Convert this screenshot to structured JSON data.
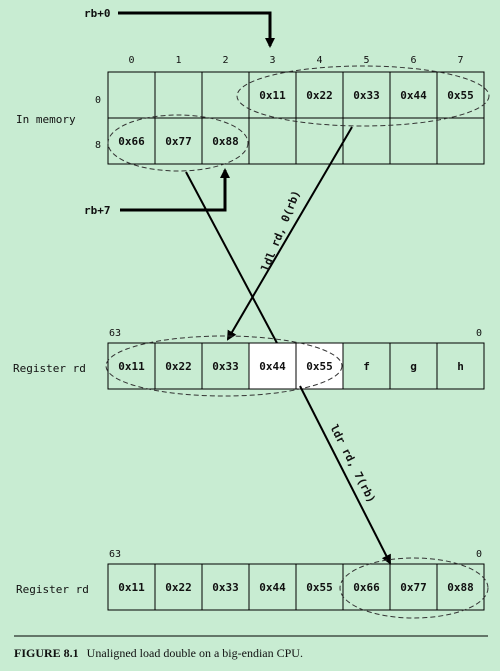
{
  "pointers": {
    "rb0": "rb+0",
    "rb7": "rb+7"
  },
  "memory": {
    "label": "In memory",
    "col_indices": [
      "0",
      "1",
      "2",
      "3",
      "4",
      "5",
      "6",
      "7"
    ],
    "row_offsets": [
      "0",
      "8"
    ],
    "row0": [
      "",
      "",
      "",
      "0x11",
      "0x22",
      "0x33",
      "0x44",
      "0x55"
    ],
    "row1": [
      "0x66",
      "0x77",
      "0x88",
      "",
      "",
      "",
      "",
      ""
    ]
  },
  "register1": {
    "label": "Register rd",
    "bit_high": "63",
    "bit_low": "0",
    "cells": [
      "0x11",
      "0x22",
      "0x33",
      "0x44",
      "0x55",
      "f",
      "g",
      "h"
    ]
  },
  "register2": {
    "label": "Register rd",
    "bit_high": "63",
    "bit_low": "0",
    "cells": [
      "0x11",
      "0x22",
      "0x33",
      "0x44",
      "0x55",
      "0x66",
      "0x77",
      "0x88"
    ]
  },
  "instructions": {
    "ldl": "ldl rd, 0(rb)",
    "ldr": "ldr rd, 7(rb)"
  },
  "caption": {
    "figure": "FIGURE 8.1",
    "text": "Unaligned load double on a big-endian CPU."
  }
}
